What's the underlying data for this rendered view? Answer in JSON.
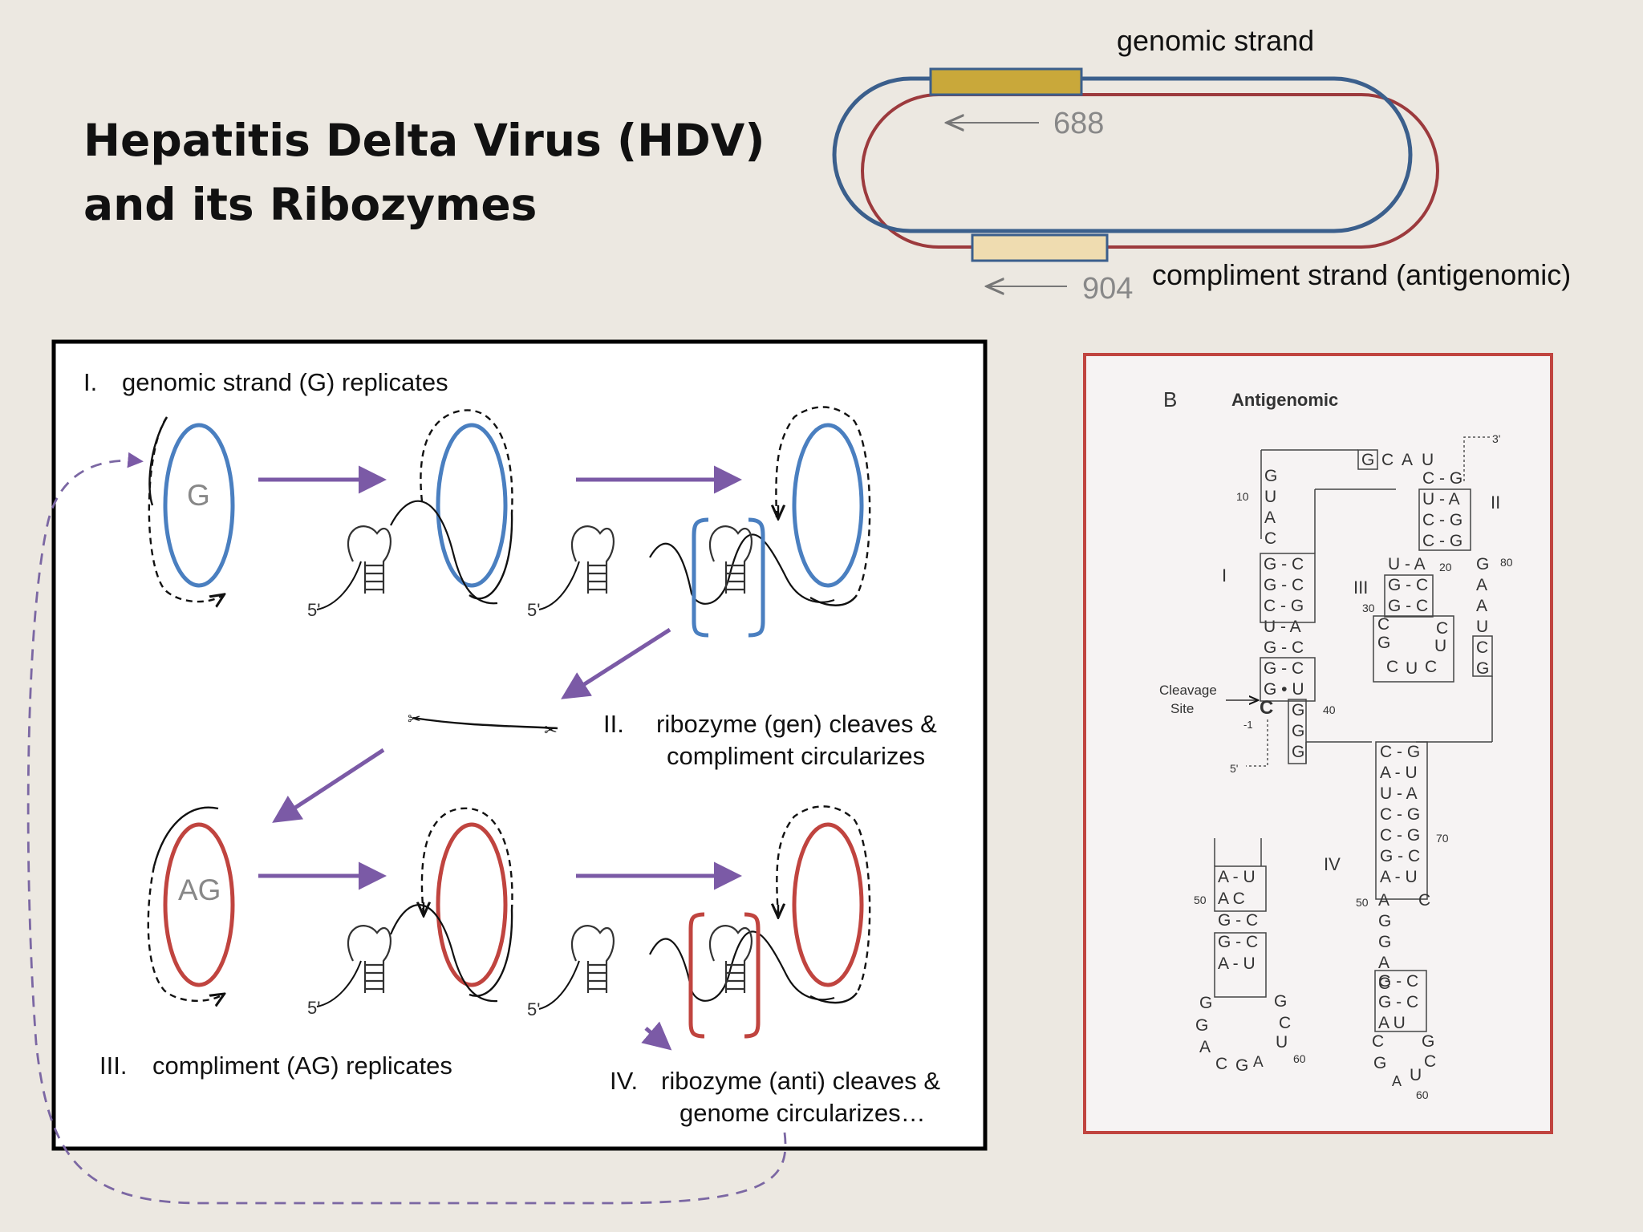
{
  "title": {
    "line1": "Hepatitis Delta Virus (HDV)",
    "line2": "and its Ribozymes"
  },
  "genome_diagram": {
    "genomic_label": "genomic strand",
    "compliment_label": "compliment strand (antigenomic)",
    "pos_688": "688",
    "pos_904": "904",
    "colors": {
      "genomic": "#3b5f8c",
      "antigenomic": "#9c3a3d",
      "ribozyme_box_top": "#c9a83a",
      "ribozyme_box_bottom": "#efdcb0"
    }
  },
  "replication_panel": {
    "step1_num": "I.",
    "step1_text": "genomic strand (G) replicates",
    "step2_num": "II.",
    "step2_line1": "ribozyme (gen) cleaves &",
    "step2_line2": "compliment circularizes",
    "step3_num": "III.",
    "step3_text": "compliment (AG) replicates",
    "step4_num": "IV.",
    "step4_line1": "ribozyme (anti) cleaves &",
    "step4_line2": "genome circularizes…",
    "circle_g": "G",
    "circle_ag": "AG",
    "five_prime": "5'",
    "colors": {
      "genomic": "#4a7fc0",
      "antigenomic": "#c0443f",
      "arrow": "#7b5aa6"
    }
  },
  "structure_figure": {
    "panel_letter": "B",
    "panel_title": "Antigenomic",
    "three_prime": "3'",
    "five_prime": "5'",
    "cleavage_label": "Cleavage",
    "site_label": "Site",
    "minus_one": "-1",
    "stems": [
      "I",
      "II",
      "III",
      "IV"
    ],
    "numbers": [
      "10",
      "20",
      "30",
      "40",
      "50",
      "60",
      "70",
      "80"
    ],
    "sequences": {
      "top": "GCAU",
      "left_column": [
        "G",
        "U",
        "A",
        "C",
        "G",
        "G",
        "C",
        "U",
        "G",
        "G",
        "G"
      ],
      "stem1_pairs": [
        "G - C",
        "G - C",
        "C - G",
        "U - A",
        "G - C",
        "G - C",
        "G • U"
      ],
      "stem2_pairs": [
        "C - G",
        "U - A",
        "C - G",
        "C - G"
      ],
      "stem3_pairs": [
        "U - A",
        "G - C",
        "G - C"
      ],
      "loop3": [
        "C",
        "G",
        "C",
        "U",
        "C",
        "U",
        "C"
      ],
      "right_column": [
        "G",
        "A",
        "A",
        "U",
        "C",
        "G"
      ],
      "cleavage_nuc": "C",
      "after_cleavage": [
        "G",
        "G",
        "G"
      ],
      "stem4_pairs": [
        "C - G",
        "A - U",
        "U - A",
        "C - G",
        "C - G",
        "G - C",
        "A - U"
      ],
      "stem4_lower": [
        "A",
        "G",
        "G",
        "A",
        "C"
      ],
      "stem4_bottom_pairs": [
        "G - C",
        "G - C",
        "A   U"
      ],
      "loop4": [
        "C",
        "G",
        "A",
        "U",
        "C",
        "G"
      ],
      "left_hairpin_pairs": [
        "A - U",
        "A   C",
        "G - C",
        "G - C",
        "A - U"
      ],
      "left_hairpin_loop": [
        "G",
        "G",
        "A",
        "C",
        "G",
        "A",
        "U",
        "C",
        "G"
      ]
    },
    "border_color": "#c0443f"
  }
}
